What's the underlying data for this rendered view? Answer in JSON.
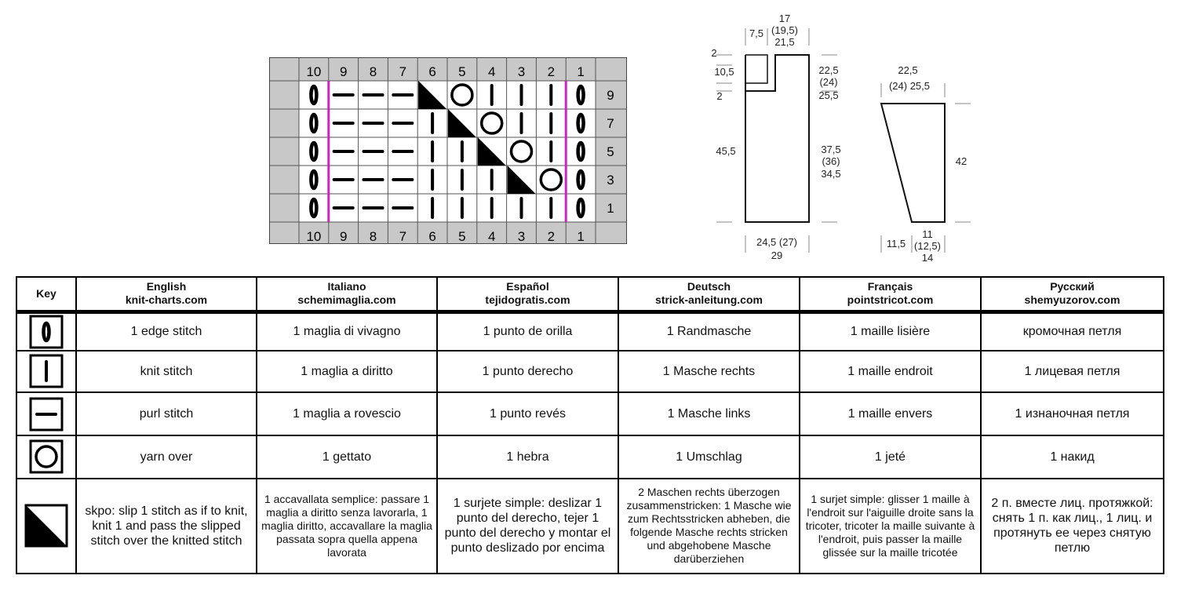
{
  "chart": {
    "columns": [
      "10",
      "9",
      "8",
      "7",
      "6",
      "5",
      "4",
      "3",
      "2",
      "1"
    ],
    "row_numbers": [
      "9",
      "7",
      "5",
      "3",
      "1"
    ],
    "rows": [
      [
        "edge",
        "purl",
        "purl",
        "purl",
        "skpo",
        "yo",
        "knit",
        "knit",
        "knit",
        "edge"
      ],
      [
        "edge",
        "purl",
        "purl",
        "purl",
        "knit",
        "skpo",
        "yo",
        "knit",
        "knit",
        "edge"
      ],
      [
        "edge",
        "purl",
        "purl",
        "purl",
        "knit",
        "knit",
        "skpo",
        "yo",
        "knit",
        "edge"
      ],
      [
        "edge",
        "purl",
        "purl",
        "purl",
        "knit",
        "knit",
        "knit",
        "skpo",
        "yo",
        "edge"
      ],
      [
        "edge",
        "purl",
        "purl",
        "purl",
        "knit",
        "knit",
        "knit",
        "knit",
        "knit",
        "edge"
      ]
    ],
    "repeat_marker_color": "#d020c8",
    "header_color": "#c8c8c8"
  },
  "schematic": {
    "front": {
      "top_width": "17",
      "top_width_mid": "(19,5)",
      "top_width_large": "21,5",
      "shoulder": "7,5",
      "left_top": "2",
      "left_neck": "10,5",
      "left_bottom": "2",
      "left_height": "45,5",
      "right_armhole_1": "22,5",
      "right_armhole_2": "(24)",
      "right_armhole_3": "25,5",
      "right_body_1": "37,5",
      "right_body_2": "(36)",
      "right_body_3": "34,5",
      "bottom_1": "24,5 (27)",
      "bottom_2": "29"
    },
    "sleeve": {
      "top_1": "22,5",
      "top_2": "(24)  25,5",
      "height": "42",
      "bottom_left": "11,5",
      "bottom_1": "11",
      "bottom_2": "(12,5)",
      "bottom_3": "14"
    }
  },
  "key_table": {
    "key_header": "Key",
    "languages": [
      {
        "name": "English",
        "site": "knit-charts.com"
      },
      {
        "name": "Italiano",
        "site": "schemimaglia.com"
      },
      {
        "name": "Español",
        "site": "tejidogratis.com"
      },
      {
        "name": "Deutsch",
        "site": "strick-anleitung.com"
      },
      {
        "name": "Français",
        "site": "pointstricot.com"
      },
      {
        "name": "Русский",
        "site": "shemyuzorov.com"
      }
    ],
    "rows": [
      {
        "symbol": "edge",
        "texts": [
          "1 edge stitch",
          "1 maglia di vivagno",
          "1 punto de orilla",
          "1 Randmasche",
          "1 maille lisière",
          "кромочная петля"
        ]
      },
      {
        "symbol": "knit",
        "texts": [
          "knit stitch",
          "1 maglia a diritto",
          "1 punto derecho",
          "1 Masche rechts",
          "1 maille endroit",
          "1 лицевая петля"
        ]
      },
      {
        "symbol": "purl",
        "texts": [
          "purl stitch",
          "1 maglia a rovescio",
          "1 punto revés",
          "1 Masche links",
          "1 maille envers",
          "1 изнаночная петля"
        ]
      },
      {
        "symbol": "yo",
        "texts": [
          "yarn over",
          "1 gettato",
          "1 hebra",
          "1 Umschlag",
          "1 jeté",
          "1 накид"
        ]
      },
      {
        "symbol": "skpo",
        "texts": [
          "skpo: slip 1 stitch as if to knit, knit 1 and pass the slipped stitch over the knitted stitch",
          "1 accavallata semplice: passare 1 maglia a diritto senza lavorarla, 1 maglia diritto, accavallare la maglia passata sopra quella appena lavorata",
          "1 surjete simple: deslizar 1 punto del derecho, tejer 1 punto del derecho y montar el punto deslizado por encima",
          "2 Maschen rechts überzogen zusammenstricken: 1 Masche wie zum Rechtsstricken abheben, die folgende Masche rechts stricken und abgehobene Masche darüberziehen",
          "1 surjet simple: glisser 1 maille à l'endroit sur l'aiguille droite sans la tricoter, tricoter la maille suivante à l'endroit, puis passer la maille glissée sur la maille tricotée",
          "2 п. вместе лиц. протяжкой: снять 1 п. как лиц., 1 лиц. и протянуть ее через снятую петлю"
        ]
      }
    ]
  }
}
